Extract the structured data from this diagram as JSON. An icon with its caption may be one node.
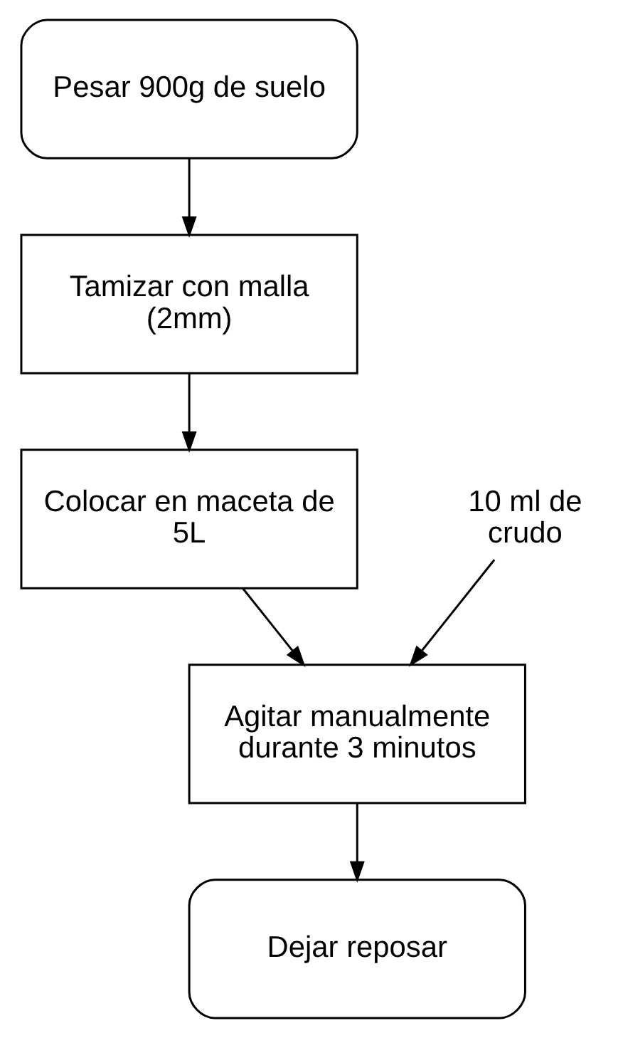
{
  "diagram": {
    "nodes": [
      {
        "text": [
          "Pesar 900g de suelo"
        ]
      },
      {
        "text": [
          "Tamizar con malla (2mm)"
        ]
      },
      {
        "text": [
          "Colocar en maceta de 5L"
        ]
      },
      {
        "text": [
          "10 ml de crudo"
        ]
      },
      {
        "text": [
          "Agitar manualmente durante 3 minutos"
        ]
      },
      {
        "text": [
          "Dejar reposar"
        ]
      }
    ],
    "edges": [
      {
        "from": 0,
        "to": 1,
        "arrow": "to"
      },
      {
        "from": 1,
        "to": 2,
        "arrow": "to"
      },
      {
        "from": 2,
        "to": 4,
        "arrow": "to"
      },
      {
        "from": 3,
        "to": 4,
        "arrow": "to"
      },
      {
        "from": 4,
        "to": 5,
        "arrow": "to"
      }
    ]
  }
}
